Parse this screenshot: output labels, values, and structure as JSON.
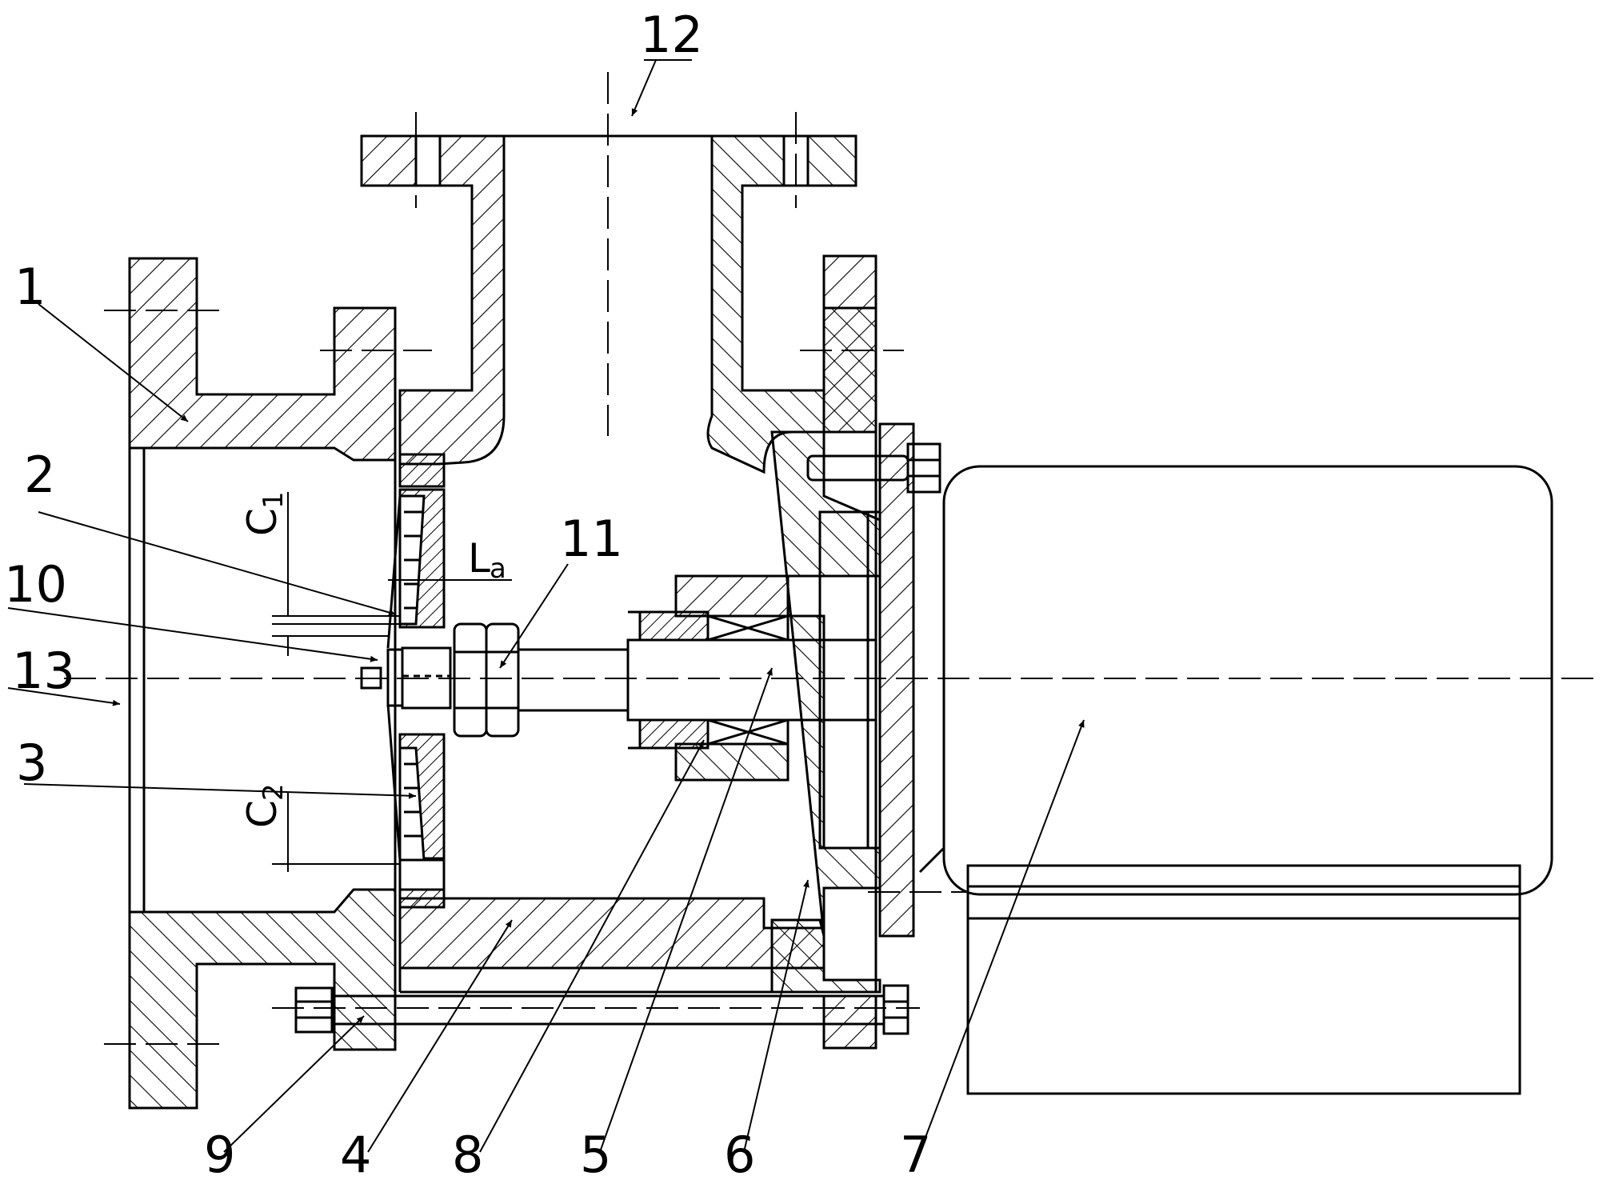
{
  "callouts": {
    "c1": "1",
    "c2": "2",
    "c3": "3",
    "c4": "4",
    "c5": "5",
    "c6": "6",
    "c7": "7",
    "c8": "8",
    "c9": "9",
    "c10": "10",
    "c11": "11",
    "c12": "12",
    "c13": "13"
  },
  "dimensions": {
    "c1_letter": "C",
    "c1_sub": "1",
    "c2_letter": "C",
    "c2_sub": "2",
    "la_letter": "L",
    "la_sub": "a"
  }
}
